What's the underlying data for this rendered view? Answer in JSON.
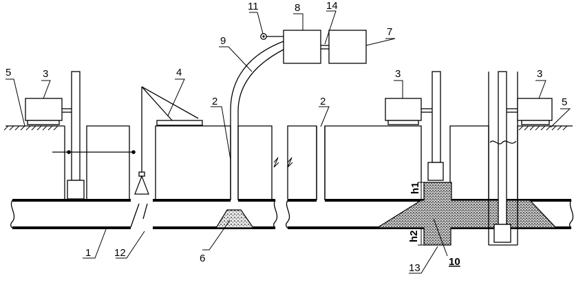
{
  "diagram": {
    "labels": {
      "l1": "1",
      "l2a": "2",
      "l2b": "2",
      "l3a": "3",
      "l3b": "3",
      "l3c": "3",
      "l4": "4",
      "l5a": "5",
      "l5b": "5",
      "l6": "6",
      "l7": "7",
      "l8": "8",
      "l9": "9",
      "l10": "10",
      "l11": "11",
      "l12": "12",
      "l13": "13",
      "l14": "14",
      "h1": "h1",
      "h2": "h2"
    },
    "colors": {
      "line": "#000000",
      "background": "#ffffff",
      "fill": "#d0d0d0"
    }
  }
}
